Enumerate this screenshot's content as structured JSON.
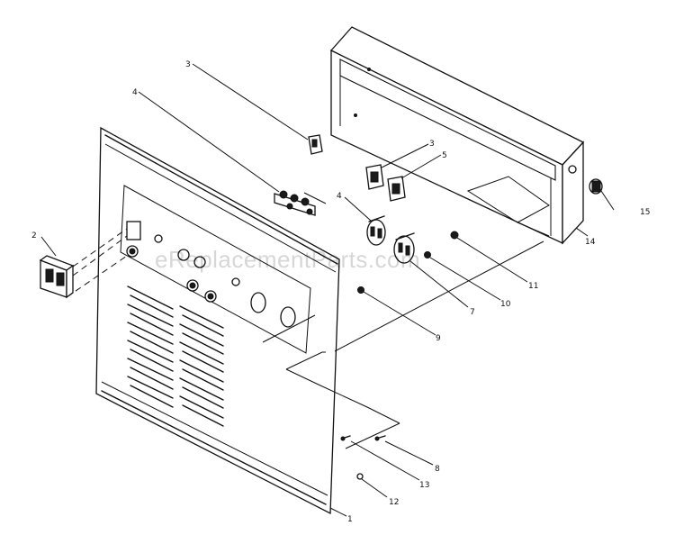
{
  "watermark": "eReplacementParts.com",
  "callouts": {
    "c1": "1",
    "c2": "2",
    "c3a": "3",
    "c3b": "3",
    "c4a": "4",
    "c4b": "4",
    "c5": "5",
    "c7": "7",
    "c8": "8",
    "c9": "9",
    "c10": "10",
    "c11": "11",
    "c12": "12",
    "c13": "13",
    "c14": "14",
    "c15": "15"
  }
}
